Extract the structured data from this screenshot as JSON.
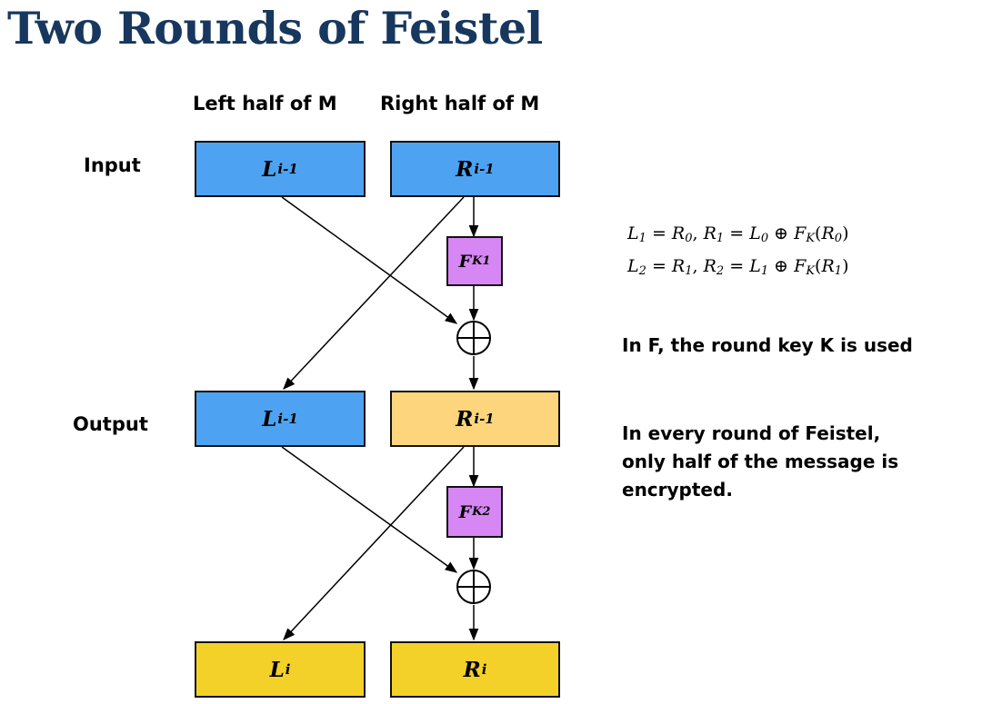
{
  "title": "Two Rounds of Feistel",
  "headers": {
    "left": "Left half of M",
    "right": "Right half of M"
  },
  "labels": {
    "input": "Input",
    "output": "Output"
  },
  "boxes": {
    "in_left": {
      "var": "L",
      "sub": "i-1"
    },
    "in_right": {
      "var": "R",
      "sub": "i-1"
    },
    "f1": {
      "var": "F",
      "sub": "K1"
    },
    "mid_left": {
      "var": "L",
      "sub": "i-1"
    },
    "mid_right": {
      "var": "R",
      "sub": "i-1"
    },
    "f2": {
      "var": "F",
      "sub": "K2"
    },
    "out_left": {
      "var": "L",
      "sub": "i"
    },
    "out_right": {
      "var": "R",
      "sub": "i"
    }
  },
  "xor_symbol": "⊕",
  "equations": {
    "line1": {
      "a": "L",
      "a_sub": "1",
      "b": "R",
      "b_sub": "0",
      "c": "R",
      "c_sub": "1",
      "d": "L",
      "d_sub": "0",
      "f": "F",
      "f_sub": "K",
      "g": "R",
      "g_sub": "0"
    },
    "line2": {
      "a": "L",
      "a_sub": "2",
      "b": "R",
      "b_sub": "1",
      "c": "R",
      "c_sub": "2",
      "d": "L",
      "d_sub": "1",
      "f": "F",
      "f_sub": "K",
      "g": "R",
      "g_sub": "1"
    }
  },
  "notes": {
    "round_key": "In F, the round key K is used",
    "half_line1": "In every round of Feistel,",
    "half_line2": "only half of the message is",
    "half_line3": "encrypted."
  },
  "colors": {
    "title": "#17375e",
    "blue_box": "#4da3f2",
    "peach_box": "#fcd57c",
    "yellow_box": "#f3d128",
    "f_box": "#d687f4"
  }
}
